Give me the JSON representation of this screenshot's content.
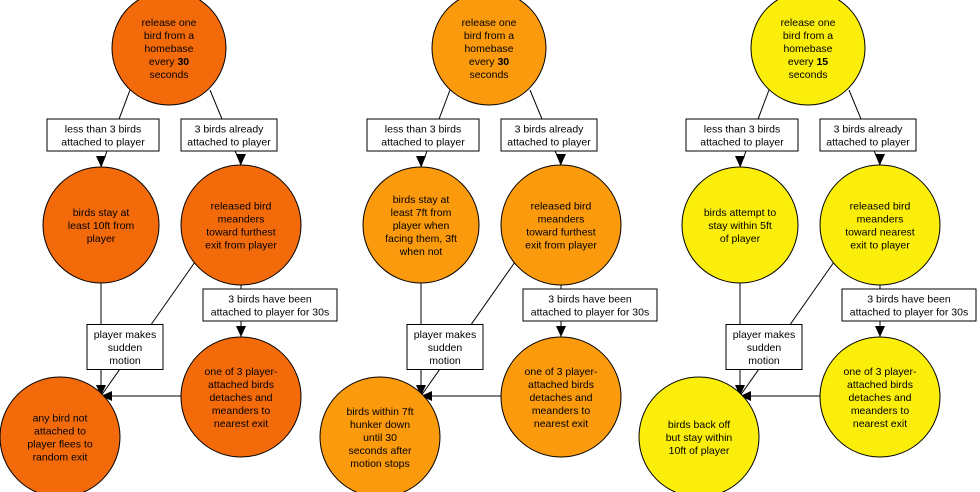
{
  "diagrams": [
    {
      "color": "#F36A0A",
      "release": [
        "release one",
        "bird from a",
        "homebase",
        "every ",
        "30",
        "seconds"
      ],
      "less_label": [
        "less than 3 birds",
        "attached to player"
      ],
      "already_label": [
        "3 birds already",
        "attached to player"
      ],
      "stay": [
        "birds stay at",
        "least 10ft from",
        "player"
      ],
      "meanders": [
        "released bird",
        "meanders",
        "toward furthest",
        "exit from player"
      ],
      "attached30_label": [
        "3 birds have been",
        "attached to player for 30s"
      ],
      "detach": [
        "one of 3 player-",
        "attached birds",
        "detaches and",
        "meanders to",
        "nearest exit"
      ],
      "sudden_label": [
        "player makes",
        "sudden",
        "motion"
      ],
      "result": [
        "any bird not",
        "attached to",
        "player flees to",
        "random exit"
      ]
    },
    {
      "color": "#FA9A0C",
      "release": [
        "release one",
        "bird from a",
        "homebase",
        "every ",
        "30",
        "seconds"
      ],
      "less_label": [
        "less than 3 birds",
        "attached to player"
      ],
      "already_label": [
        "3 birds already",
        "attached to player"
      ],
      "stay": [
        "birds stay at",
        "least 7ft from",
        "player when",
        "facing them, 3ft",
        "when not"
      ],
      "meanders": [
        "released bird",
        "meanders",
        "toward furthest",
        "exit from player"
      ],
      "attached30_label": [
        "3 birds have been",
        "attached to player for 30s"
      ],
      "detach": [
        "one of 3 player-",
        "attached birds",
        "detaches and",
        "meanders to",
        "nearest exit"
      ],
      "sudden_label": [
        "player makes",
        "sudden",
        "motion"
      ],
      "result": [
        "birds within 7ft",
        "hunker down",
        "until 30",
        "seconds after",
        "motion stops"
      ]
    },
    {
      "color": "#FAEE0A",
      "release": [
        "release one",
        "bird from a",
        "homebase",
        "every ",
        "15",
        "seconds"
      ],
      "less_label": [
        "less than 3 birds",
        "attached to player"
      ],
      "already_label": [
        "3 birds already",
        "attached to player"
      ],
      "stay": [
        "birds attempt to",
        "stay within 5ft",
        "of player"
      ],
      "meanders": [
        "released bird",
        "meanders",
        "toward nearest",
        "exit to player"
      ],
      "attached30_label": [
        "3 birds have been",
        "attached to player for 30s"
      ],
      "detach": [
        "one of 3 player-",
        "attached birds",
        "detaches and",
        "meanders to",
        "nearest exit"
      ],
      "sudden_label": [
        "player makes",
        "sudden",
        "motion"
      ],
      "result": [
        "birds back off",
        "but stay within",
        "10ft of player"
      ]
    }
  ]
}
